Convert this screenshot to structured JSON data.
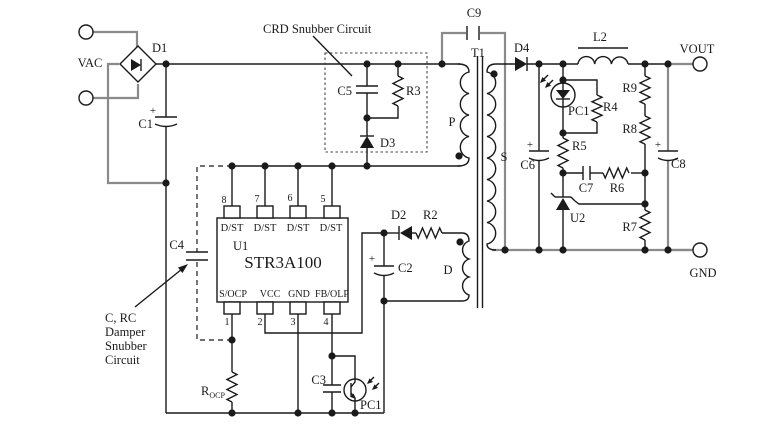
{
  "schematic": {
    "annotations": {
      "crd_snubber": "CRD Snubber Circuit",
      "damper": [
        "C, RC",
        "Damper",
        "Snubber",
        "Circuit"
      ]
    },
    "terminals": {
      "vac": "VAC",
      "vout": "VOUT",
      "gnd": "GND"
    },
    "plus": "+",
    "ic": {
      "ref": "U1",
      "part": "STR3A100",
      "top_pin_numbers": [
        "8",
        "7",
        "6",
        "5"
      ],
      "top_pin_labels": [
        "D/ST",
        "D/ST",
        "D/ST",
        "D/ST"
      ],
      "bottom_pin_numbers": [
        "1",
        "2",
        "3",
        "4"
      ],
      "bottom_pin_labels": [
        "S/OCP",
        "VCC",
        "GND",
        "FB/OLP"
      ]
    },
    "transformer": {
      "ref": "T1",
      "primary": "P",
      "secondary": "S",
      "aux": "D"
    },
    "components": {
      "d1": "D1",
      "c1": "C1",
      "c4": "C4",
      "r_ocp_base": "R",
      "r_ocp_sub": "OCP",
      "c5": "C5",
      "r3": "R3",
      "d3": "D3",
      "c9": "C9",
      "d4": "D4",
      "l2": "L2",
      "c6": "C6",
      "pc1_led": "PC1",
      "r4": "R4",
      "r5": "R5",
      "c7": "C7",
      "r6": "R6",
      "u2": "U2",
      "r9": "R9",
      "r8": "R8",
      "r7": "R7",
      "c8": "C8",
      "d2": "D2",
      "r2": "R2",
      "c2": "C2",
      "c3": "C3",
      "pc1_tr": "PC1"
    }
  }
}
